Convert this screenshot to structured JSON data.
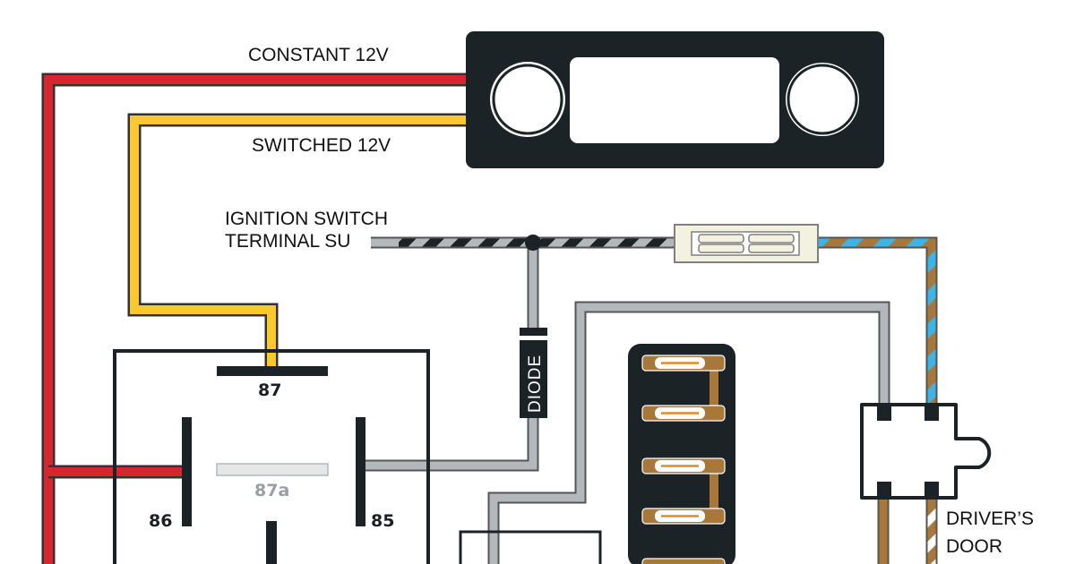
{
  "labels": {
    "constant": "CONSTANT 12V",
    "switched": "SWITCHED 12V",
    "ignition_line1": "IGNITION SWITCH",
    "ignition_line2": "TERMINAL SU",
    "diode": "DIODE",
    "drivers_line1": "DRIVER’S",
    "drivers_line2": "DOOR"
  },
  "relay": {
    "t87": "87",
    "t87a": "87a",
    "t86": "86",
    "t85": "85"
  },
  "colors": {
    "red_wire": "#d7262e",
    "yellow_wire": "#fdc82f",
    "gray_wire": "#b3b8bc",
    "brown_wire": "#a8773a",
    "blue_stripe": "#3cb4e5",
    "dark": "#1b2326",
    "fuse_bg": "#f3f1df"
  }
}
